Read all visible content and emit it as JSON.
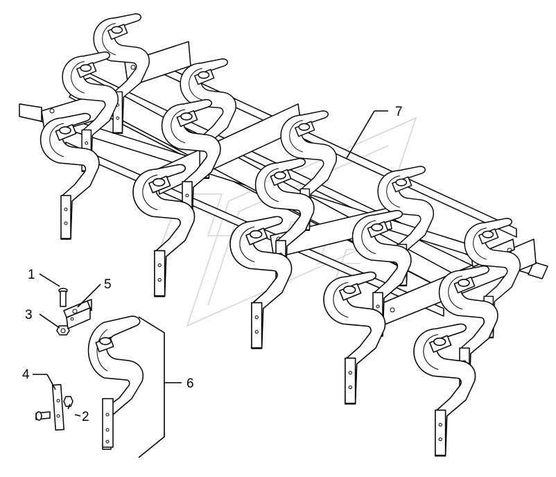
{
  "figure": {
    "background": "#ffffff",
    "line_color": "#000000",
    "watermark_color": "#d6d6d6"
  },
  "callouts": [
    {
      "id": "c1",
      "label": "1",
      "name": "bolt"
    },
    {
      "id": "c2",
      "label": "2",
      "name": "bolt-and-nut"
    },
    {
      "id": "c3",
      "label": "3",
      "name": "nut"
    },
    {
      "id": "c4",
      "label": "4",
      "name": "tine-extension-plate"
    },
    {
      "id": "c5",
      "label": "5",
      "name": "mounting-bracket"
    },
    {
      "id": "c6",
      "label": "6",
      "name": "spring-tine-assembly"
    },
    {
      "id": "c7",
      "label": "7",
      "name": "frame"
    }
  ]
}
